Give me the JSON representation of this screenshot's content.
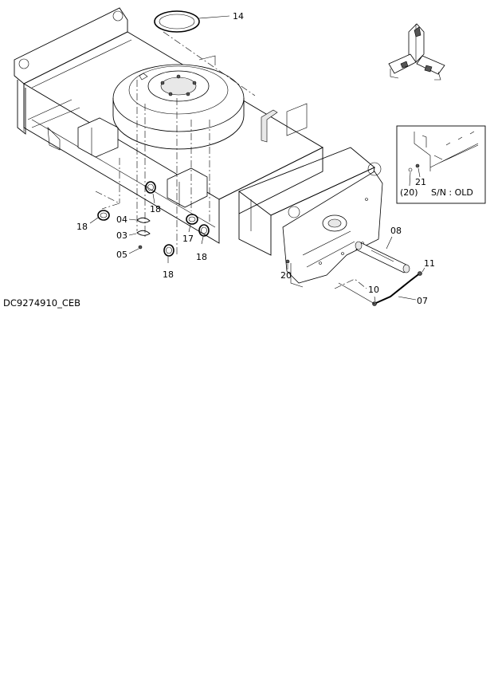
{
  "drawing_code": "DC9274910_CEB",
  "inset": {
    "label": "S/N : OLD"
  },
  "callouts": [
    {
      "id": "c14",
      "text": "14"
    },
    {
      "id": "c08",
      "text": "08"
    },
    {
      "id": "c11",
      "text": "11"
    },
    {
      "id": "c07",
      "text": "07"
    },
    {
      "id": "c10",
      "text": "10"
    },
    {
      "id": "c20",
      "text": "20"
    },
    {
      "id": "c18a",
      "text": "18"
    },
    {
      "id": "c18b",
      "text": "18"
    },
    {
      "id": "c18c",
      "text": "18"
    },
    {
      "id": "c18d",
      "text": "18"
    },
    {
      "id": "c17",
      "text": "17"
    },
    {
      "id": "c04",
      "text": "04"
    },
    {
      "id": "c03",
      "text": "03"
    },
    {
      "id": "c05",
      "text": "05"
    },
    {
      "id": "c21",
      "text": "21"
    },
    {
      "id": "c20b",
      "text": "(20)"
    }
  ]
}
